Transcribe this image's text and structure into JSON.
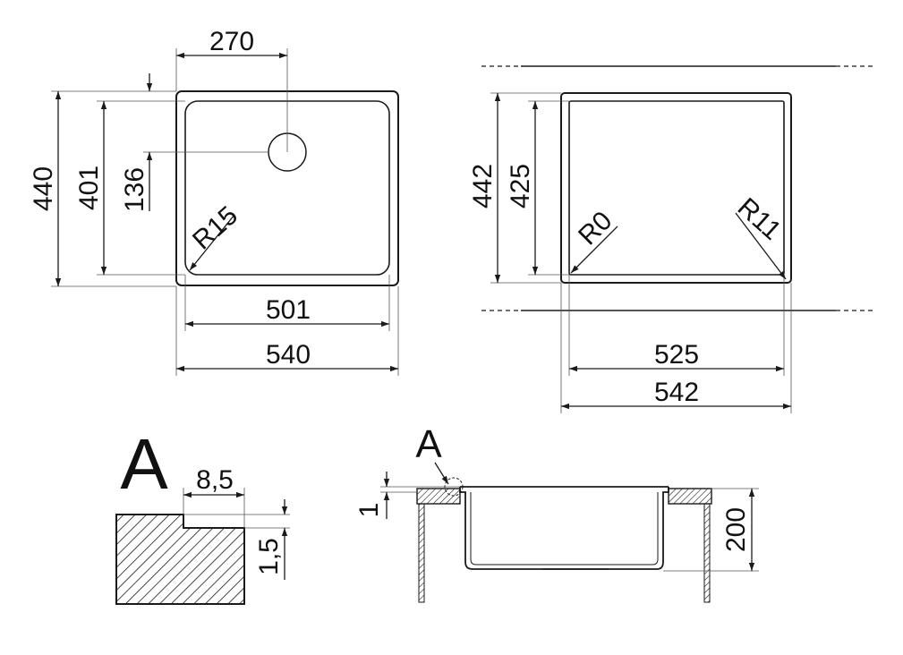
{
  "top_left_view": {
    "width_outer": "540",
    "width_inner": "501",
    "hole_offset": "270",
    "height_outer": "440",
    "height_inner": "401",
    "hole_from_top": "136",
    "corner_radius": "R15"
  },
  "top_right_view": {
    "width_outer": "542",
    "width_inner": "525",
    "height_outer": "442",
    "height_inner": "425",
    "corner_radius_left": "R0",
    "corner_radius_right": "R11"
  },
  "detail_a": {
    "title": "A",
    "step_width": "8,5",
    "step_height": "1,5"
  },
  "section_view": {
    "detail_marker": "A",
    "rim_thickness": "1",
    "depth": "200"
  }
}
